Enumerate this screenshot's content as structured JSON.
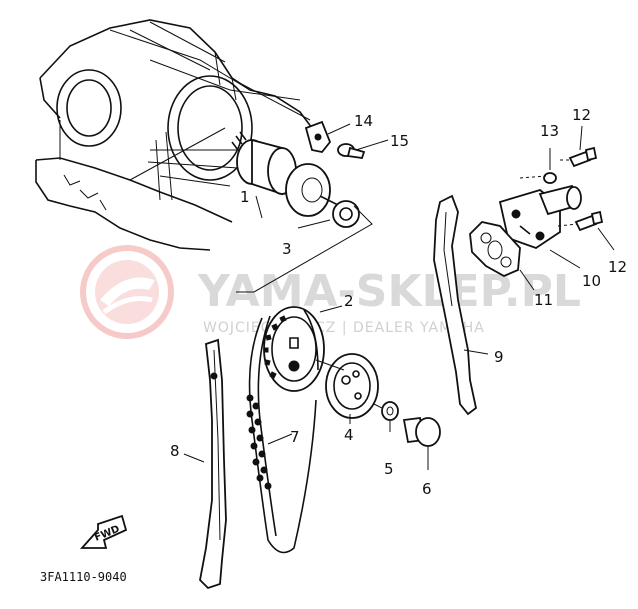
{
  "watermark": {
    "title": "YAMA-SKLEP.PL",
    "subtitle": "WOJCIECHOWICZ | DEALER YAMAHA"
  },
  "callouts": {
    "p1": "1",
    "p2": "2",
    "p3": "3",
    "p4": "4",
    "p5": "5",
    "p6": "6",
    "p7": "7",
    "p8": "8",
    "p9": "9",
    "p10": "10",
    "p11": "11",
    "p12a": "12",
    "p12b": "12",
    "p13": "13",
    "p14": "14",
    "p15": "15"
  },
  "fwd_label": "FWD",
  "diagram_code": "3FA1110-9040"
}
